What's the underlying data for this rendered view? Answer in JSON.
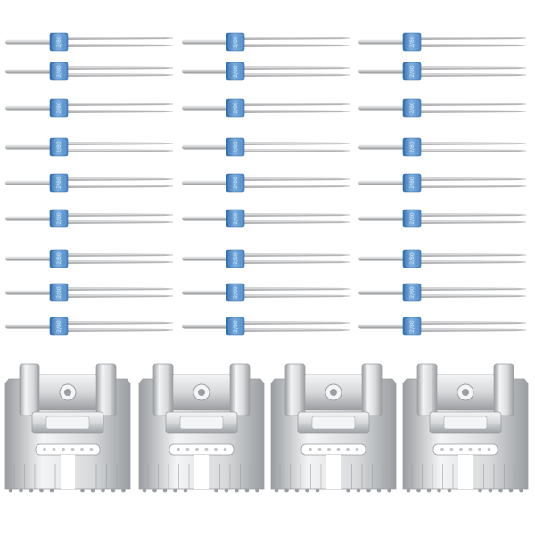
{
  "scene": {
    "needle_groups": 9,
    "needles_per_group": 3,
    "presser_feet": 4,
    "needle_label": "2/80",
    "colors": {
      "background": "#ffffff",
      "needle_block": "#4a86c5",
      "needle_block_dark": "#2f6aa8",
      "needle_block_light": "#7fb0e0",
      "shaft": "#c9cbcd",
      "shaft_dark": "#8a8c8e",
      "shaft_light": "#f2f3f4",
      "metal": "#d6d8da",
      "metal_dark": "#9a9da1",
      "metal_light": "#f4f5f6"
    }
  }
}
